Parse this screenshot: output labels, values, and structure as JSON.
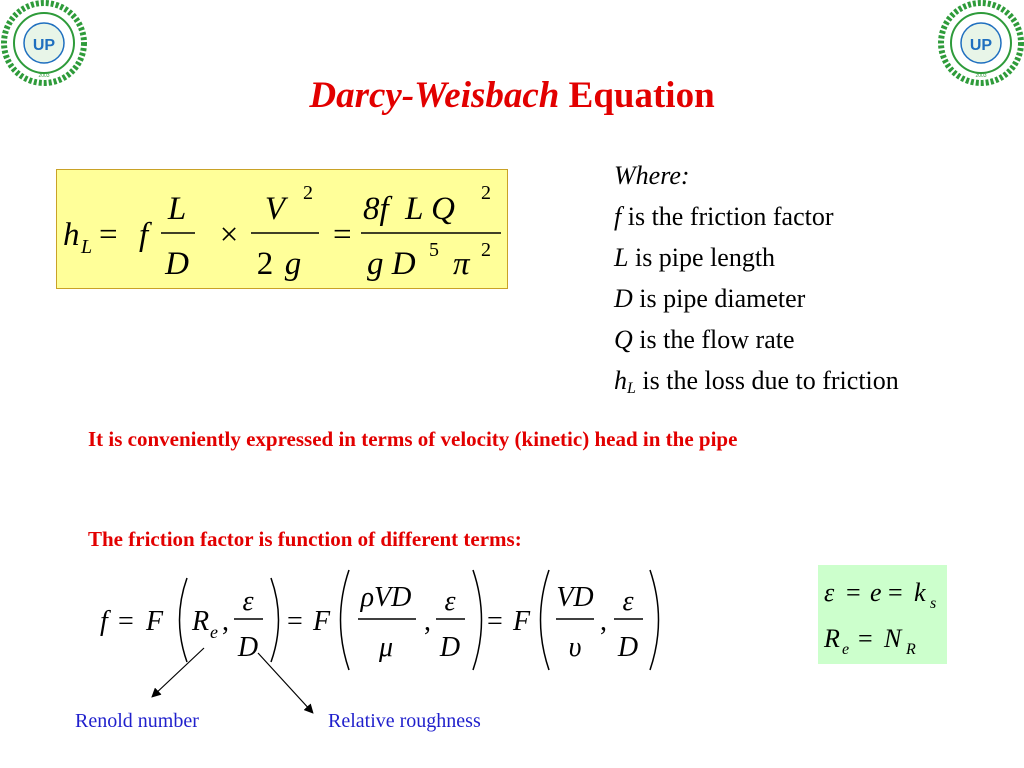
{
  "logo": {
    "text": "UP",
    "subtext": "UNIVERSITY OF PALESTINE",
    "year": "2003"
  },
  "title": {
    "italic": "Darcy-Weisbach",
    "rest": " Equation"
  },
  "main_equation": {
    "lhs_h": "h",
    "lhs_sub": "L",
    "eq1": "=",
    "f": "f",
    "frac1_num": "L",
    "frac1_den": "D",
    "times": "×",
    "frac2_num": "V",
    "frac2_num_exp": "2",
    "frac2_den_num": "2",
    "frac2_den_g": "g",
    "eq2": "=",
    "frac3_num": "8f  L Q",
    "frac3_num_exp": "2",
    "frac3_den": "g D",
    "frac3_den_exp1": "5",
    "frac3_den_pi": "π",
    "frac3_den_exp2": "2"
  },
  "where": {
    "heading": "Where:",
    "items": [
      {
        "sym": "f",
        "text": " is the friction factor"
      },
      {
        "sym": "L",
        "text": " is pipe length"
      },
      {
        "sym": "D",
        "text": " is pipe diameter"
      },
      {
        "sym": "Q",
        "text": " is the flow rate"
      },
      {
        "sym": "h",
        "sub": "L",
        "text": " is the loss due to friction"
      }
    ]
  },
  "statement1": "It is conveniently expressed in terms of velocity (kinetic) head in the pipe",
  "statement2": "The friction factor is function of different terms:",
  "friction_eq": {
    "f": "f",
    "eq": "=",
    "F": "F",
    "Re_R": "R",
    "Re_sub": "e",
    "comma": ",",
    "eps": "ε",
    "D": "D",
    "rhoVD": "ρVD",
    "mu": "μ",
    "VD": "VD",
    "nu": "υ"
  },
  "green_box": {
    "line1": {
      "eps": "ε",
      "eq": "=",
      "e": "e",
      "k": "k",
      "k_sub": "s"
    },
    "line2": {
      "R": "R",
      "R_sub": "e",
      "eq": "=",
      "N": "N",
      "N_sub": "R"
    }
  },
  "notes": {
    "renold": "Renold number",
    "roughness": "Relative roughness"
  },
  "colors": {
    "title": "#e20000",
    "note": "#1f1fcc",
    "eq_box": "#ffff99",
    "green_box": "#ccffcc",
    "logo_green": "#2e9b3a"
  }
}
